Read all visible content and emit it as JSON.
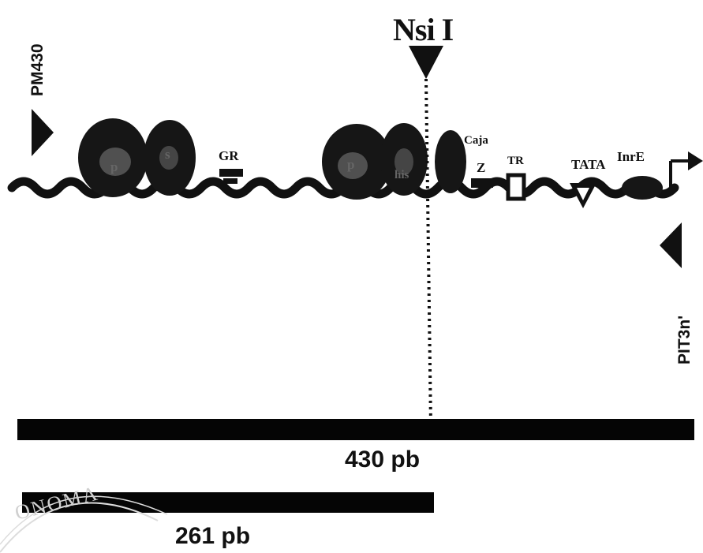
{
  "enzyme_label": "Nsi I",
  "primers": {
    "forward": "PM430",
    "reverse": "PIT3n'"
  },
  "elements": {
    "gr": "GR",
    "caja": "Caja",
    "z": "Z",
    "tr": "TR",
    "tata": "TATA",
    "inr": "InrE",
    "nucleosome_p": "p",
    "nucleosome_s": "s",
    "nucleosome_his": "his"
  },
  "fragments": {
    "long": "430 pb",
    "short": "261 pb"
  },
  "watermark": "ONOMA"
}
